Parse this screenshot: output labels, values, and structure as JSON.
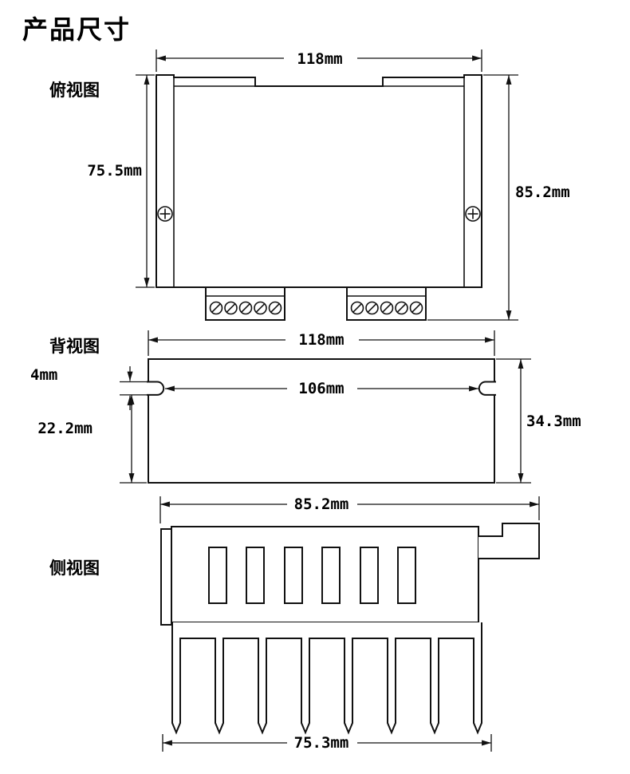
{
  "page": {
    "title": "产品尺寸"
  },
  "views": {
    "top": {
      "label": "俯视图",
      "dims": {
        "width": "118mm",
        "body_height": "75.5mm",
        "total_height": "85.2mm"
      }
    },
    "back": {
      "label": "背视图",
      "dims": {
        "width": "118mm",
        "notch_height": "4mm",
        "inner_width": "106mm",
        "lower_height": "22.2mm",
        "total_height": "34.3mm"
      }
    },
    "side": {
      "label": "侧视图",
      "dims": {
        "top_width": "85.2mm",
        "bottom_width": "75.3mm"
      }
    }
  }
}
